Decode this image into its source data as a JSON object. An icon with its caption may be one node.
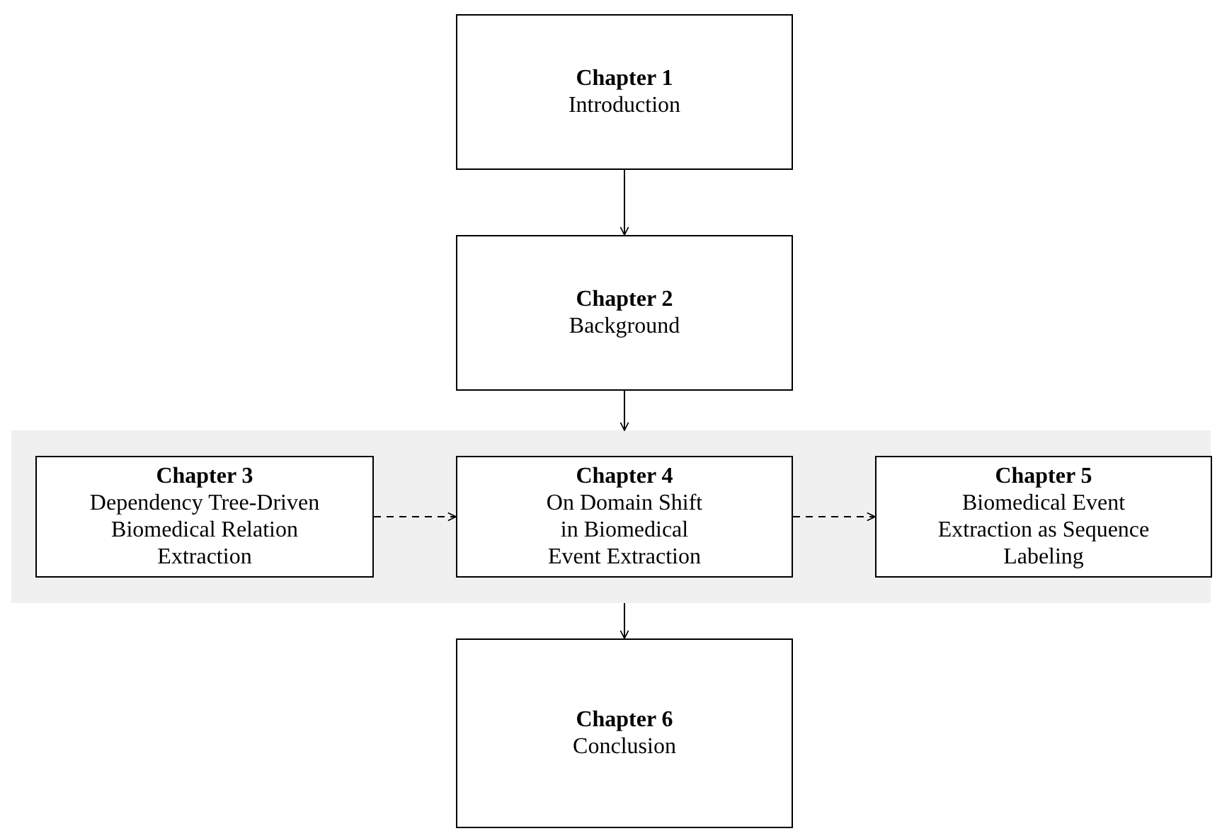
{
  "diagram": {
    "nodes": [
      {
        "text": [
          "Chapter 1",
          "Introduction"
        ]
      },
      {
        "text": [
          "Chapter 2",
          "Background"
        ]
      },
      {
        "text": [],
        "shape": "box"
      },
      {
        "text": [
          "Chapter 3",
          "Dependency Tree-Driven Biomedical Relation Extraction"
        ],
        "in": 2
      },
      {
        "text": [
          "Chapter 4",
          "On Domain Shift in Biomedical Event Extraction"
        ],
        "in": 2
      },
      {
        "text": [
          "Chapter 5",
          "Biomedical Event Extraction as Sequence Labeling"
        ],
        "in": 2
      },
      {
        "text": [
          "Chapter 6",
          "Conclusion"
        ]
      }
    ],
    "edges": [
      {
        "from": 0,
        "to": 1,
        "arrow": "to"
      },
      {
        "from": 1,
        "to": 2,
        "arrow": "to"
      },
      {
        "from": 3,
        "to": 4,
        "arrow": "to",
        "style": "dashed"
      },
      {
        "from": 4,
        "to": 5,
        "arrow": "to",
        "style": "dashed"
      },
      {
        "from": 2,
        "to": 6,
        "arrow": "to"
      }
    ]
  }
}
